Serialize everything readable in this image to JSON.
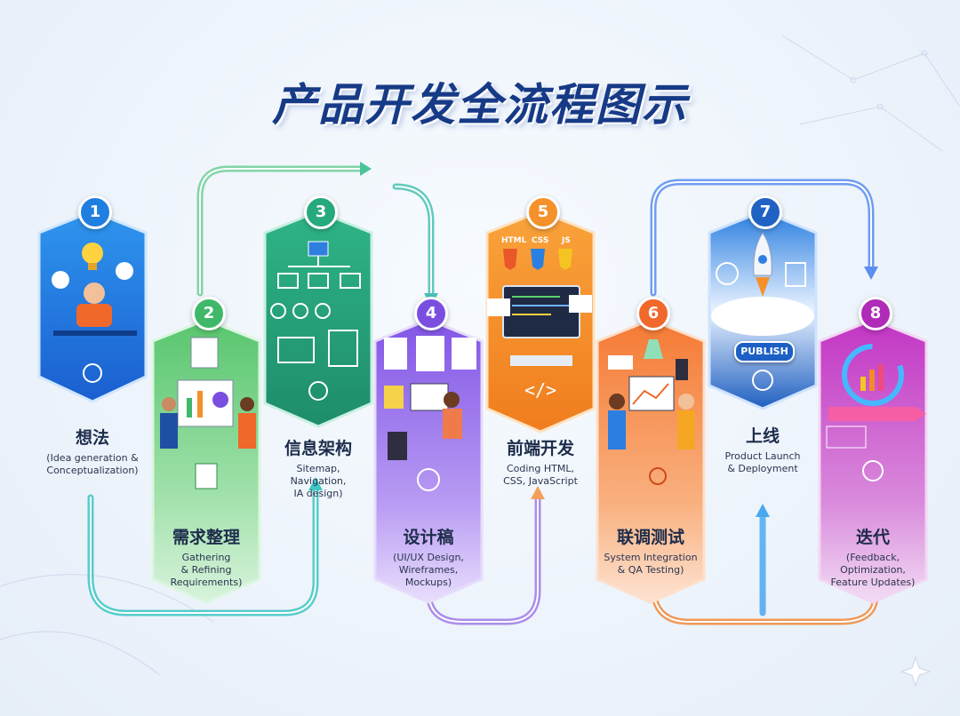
{
  "title": "产品开发全流程图示",
  "steps": [
    {
      "number": "1",
      "title_cn": "想法",
      "title_en": "(Idea generation &\nConceptualization)",
      "color": "#1f7fe0"
    },
    {
      "number": "2",
      "title_cn": "需求整理",
      "title_en": "Gathering\n& Refining\nRequirements)",
      "color": "#3fb86a"
    },
    {
      "number": "3",
      "title_cn": "信息架构",
      "title_en": "Sitemap,\nNavigation,\nIA design)",
      "color": "#27a97e"
    },
    {
      "number": "4",
      "title_cn": "设计稿",
      "title_en": "(UI/UX Design,\nWireframes,\nMockups)",
      "color": "#7a4fe0"
    },
    {
      "number": "5",
      "title_cn": "前端开发",
      "title_en": "Coding HTML,\nCSS, JavaScript",
      "color": "#f5912a"
    },
    {
      "number": "6",
      "title_cn": "联调测试",
      "title_en": "System Integration\n& QA Testing)",
      "color": "#f0682a"
    },
    {
      "number": "7",
      "title_cn": "上线",
      "title_en": "Product Launch\n& Deployment",
      "color": "#1f62c4"
    },
    {
      "number": "8",
      "title_cn": "迭代",
      "title_en": "(Feedback,\nOptimization,\nFeature Updates)",
      "color": "#b02bb8"
    }
  ],
  "tech_tags": {
    "html": "HTML",
    "css": "CSS",
    "js": "JS"
  },
  "publish_label": "PUBLISH"
}
